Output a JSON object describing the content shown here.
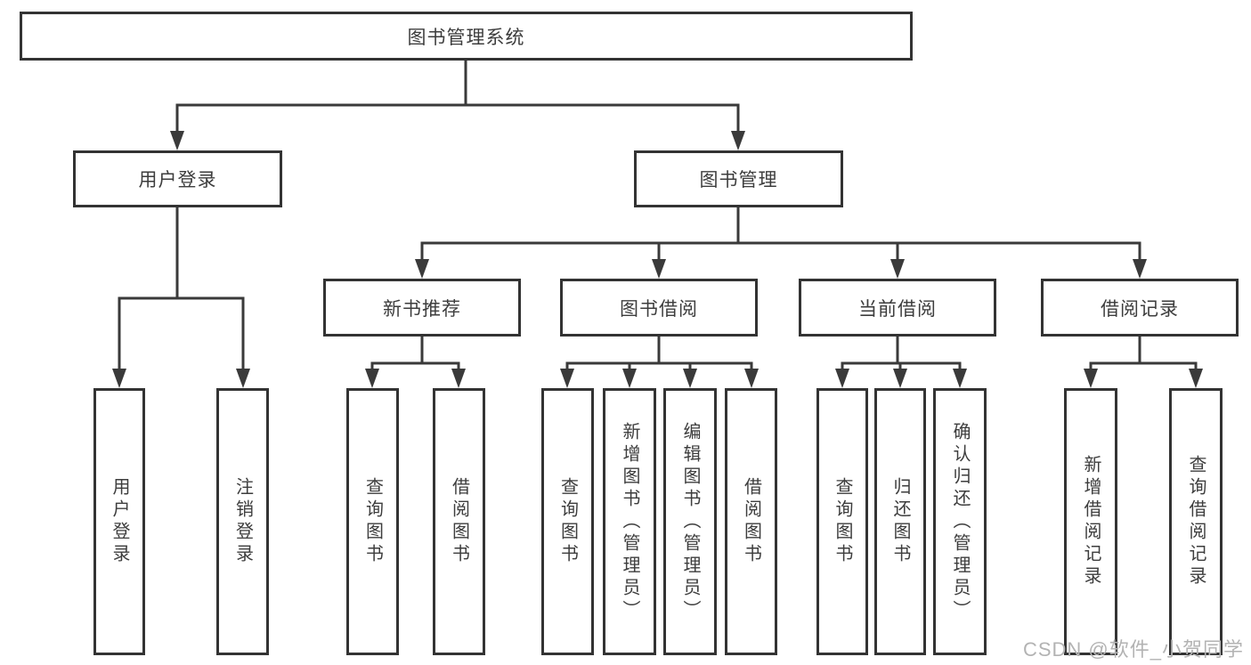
{
  "diagram": {
    "type": "hierarchy-tree",
    "nodes": {
      "root": {
        "label": "图书管理系统"
      },
      "level2": [
        {
          "label": "用户登录",
          "children": [
            {
              "label": "用户登录"
            },
            {
              "label": "注销登录"
            }
          ]
        },
        {
          "label": "图书管理",
          "children": [
            {
              "label": "新书推荐",
              "children": [
                {
                  "label": "查询图书"
                },
                {
                  "label": "借阅图书"
                }
              ]
            },
            {
              "label": "图书借阅",
              "children": [
                {
                  "label": "查询图书"
                },
                {
                  "label": "新增图书（管理员）"
                },
                {
                  "label": "编辑图书（管理员）"
                },
                {
                  "label": "借阅图书"
                }
              ]
            },
            {
              "label": "当前借阅",
              "children": [
                {
                  "label": "查询图书"
                },
                {
                  "label": "归还图书"
                },
                {
                  "label": "确认归还（管理员）"
                }
              ]
            },
            {
              "label": "借阅记录",
              "children": [
                {
                  "label": "新增借阅记录"
                },
                {
                  "label": "查询借阅记录"
                }
              ]
            }
          ]
        }
      ]
    },
    "colors": {
      "line": "#3a3a3a",
      "box_border": "#333333",
      "box_fill": "#ffffff",
      "text": "#3d3d3d",
      "watermark": "#b3b3b3"
    }
  },
  "watermark": {
    "text": "CSDN @软件_小贺同学"
  }
}
